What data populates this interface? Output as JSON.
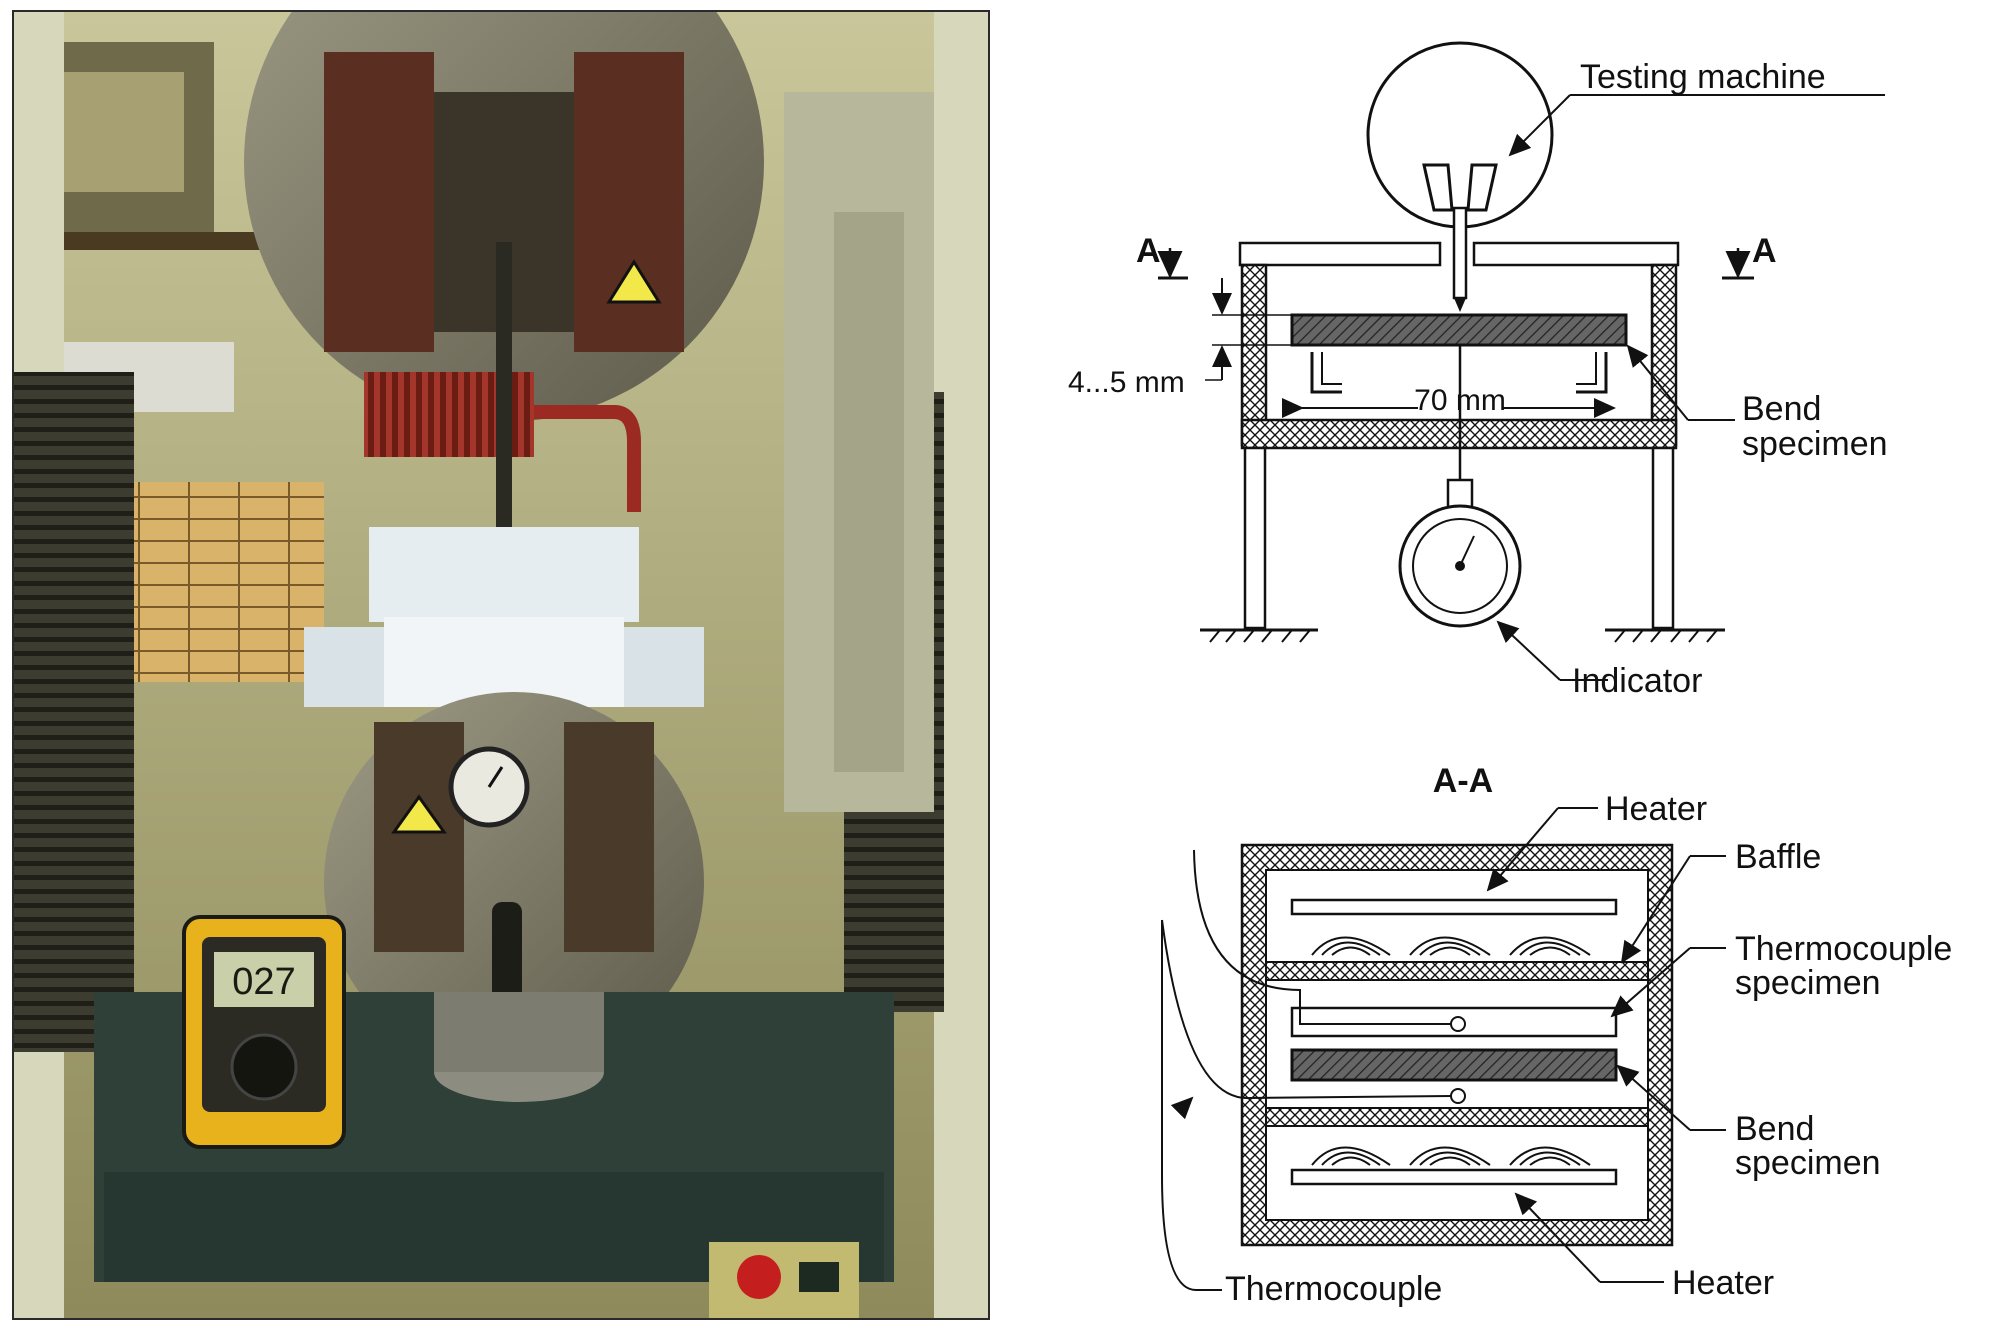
{
  "photo": {
    "meter_reading": "027"
  },
  "setup_view": {
    "section_marker_left": "A",
    "section_marker_right": "A",
    "testing_machine_label": "Testing machine",
    "gap_label": "4...5 mm",
    "span_label": "70 mm",
    "specimen_label_line1": "Bend",
    "specimen_label_line2": "specimen",
    "indicator_label": "Indicator"
  },
  "section_view": {
    "title": "A-A",
    "heater_top_label": "Heater",
    "baffle_label": "Baffle",
    "thermocouple_specimen_line1": "Thermocouple",
    "thermocouple_specimen_line2": "specimen",
    "specimen_label_line1": "Bend",
    "specimen_label_line2": "specimen",
    "heater_bottom_label": "Heater",
    "thermocouple_label": "Thermocouple"
  }
}
